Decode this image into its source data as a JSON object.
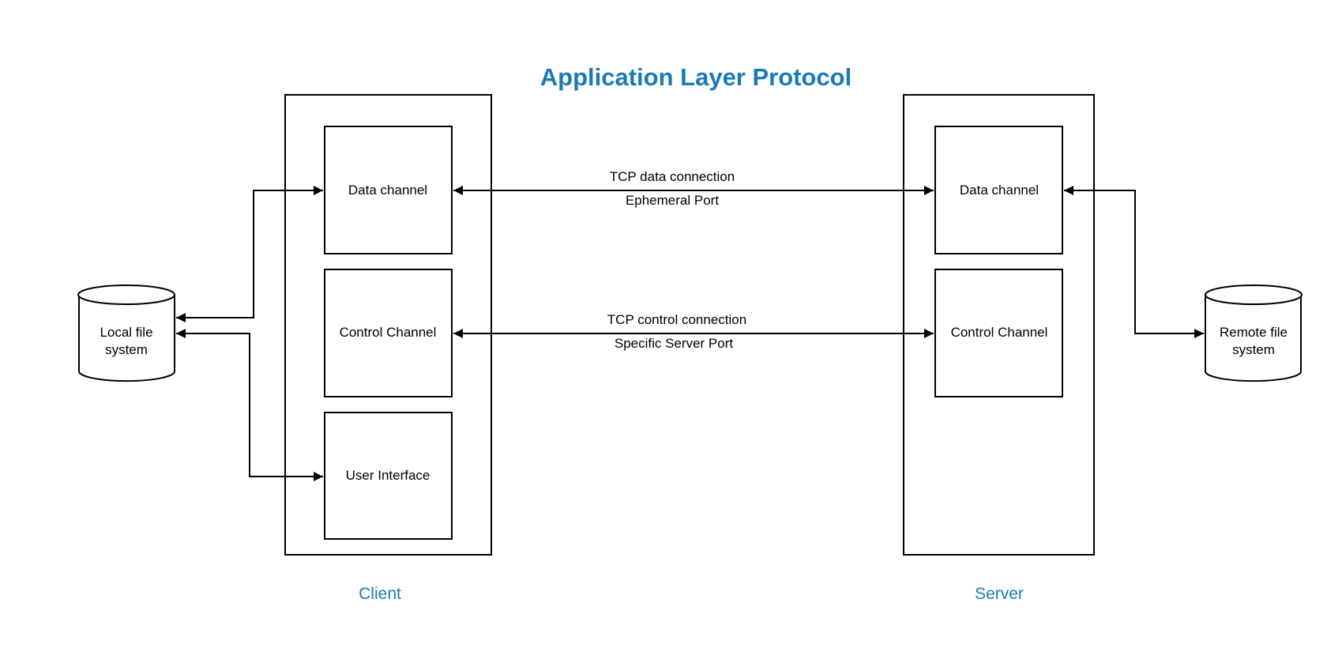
{
  "title": "Application Layer Protocol",
  "colors": {
    "accent": "#1a7ab8",
    "stroke": "#000000",
    "background": "#ffffff"
  },
  "groups": {
    "client": "Client",
    "server": "Server"
  },
  "client_nodes": {
    "data_channel": "Data channel",
    "control_channel": "Control Channel",
    "user_interface": "User Interface"
  },
  "server_nodes": {
    "data_channel": "Data channel",
    "control_channel": "Control Channel"
  },
  "storage": {
    "local": [
      "Local file",
      "system"
    ],
    "remote": [
      "Remote file",
      "system"
    ]
  },
  "connections": {
    "data": {
      "top": "TCP data connection",
      "bottom": "Ephemeral Port"
    },
    "control": {
      "top": "TCP control connection",
      "bottom": "Specific Server Port"
    }
  }
}
